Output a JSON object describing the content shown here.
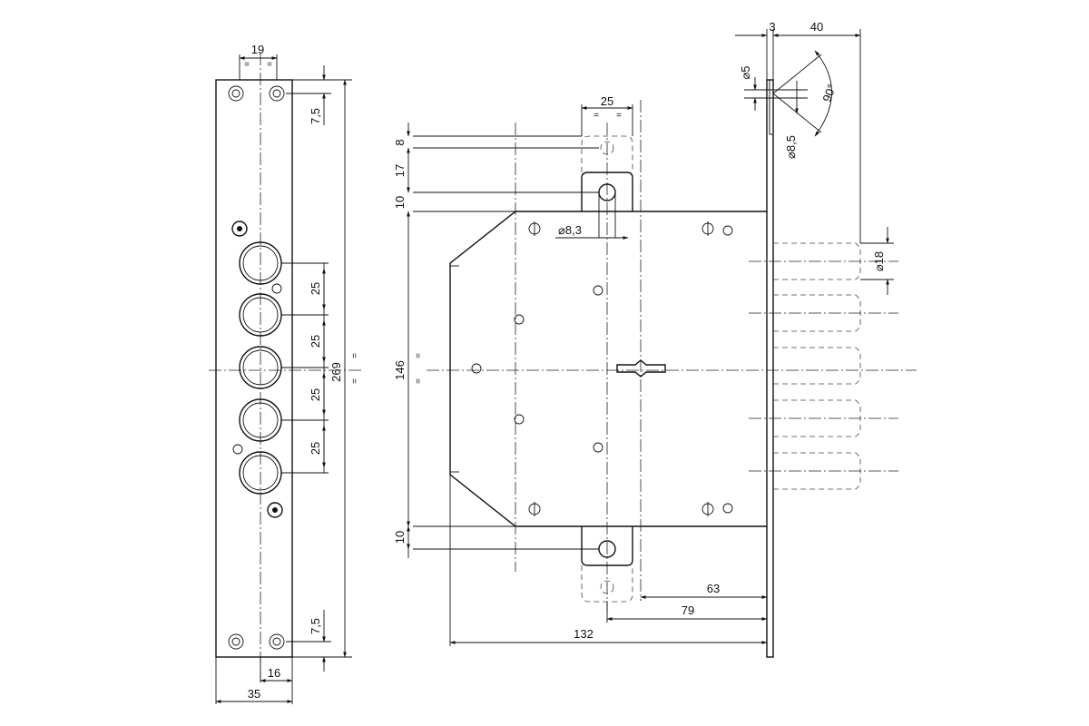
{
  "dims": {
    "plate_top_width": "19",
    "plate_top_eq": "=",
    "plate_edge_top": "7,5",
    "plate_pitch_1": "25",
    "plate_pitch_2": "25",
    "plate_pitch_3": "25",
    "plate_pitch_4": "25",
    "plate_height": "269",
    "plate_height_eq": "=",
    "plate_edge_bottom": "7,5",
    "plate_bottom_offset": "16",
    "plate_width": "35",
    "lock_hole_span": "25",
    "lock_hole_span_eq": "=",
    "lock_top_a": "8",
    "lock_top_b": "17",
    "lock_top_c": "10",
    "lock_height": "146",
    "lock_height_eq": "=",
    "lock_bottom": "10",
    "lock_hole_dia": "⌀8,3",
    "faceplate_thickness": "3",
    "bolt_projection": "40",
    "screw_dia": "⌀5",
    "countersink_dia": "⌀8,5",
    "countersink_angle": "90°",
    "bolt_dia": "⌀18",
    "backset_63": "63",
    "backset_79": "79",
    "case_depth": "132"
  }
}
